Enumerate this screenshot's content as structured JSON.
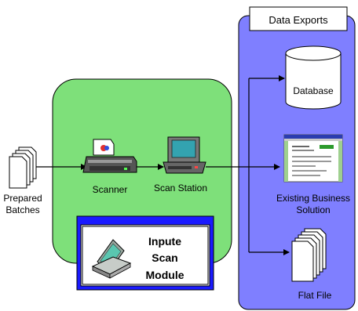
{
  "diagram": {
    "input_label_1": "Prepared",
    "input_label_2": "Batches",
    "scanner_label": "Scanner",
    "scan_station_label": "Scan Station",
    "module_line_1": "Inpute",
    "module_line_2": "Scan",
    "module_line_3": "Module",
    "exports_title": "Data Exports",
    "database_label": "Database",
    "business_label_1": "Existing Business",
    "business_label_2": "Solution",
    "flat_file_label": "Flat File"
  },
  "colors": {
    "scan_panel": "#7ee07a",
    "exports_panel": "#7f7fff",
    "module_bar": "#1a1aff"
  },
  "icons": [
    "document-stack-icon",
    "scanner-icon",
    "computer-icon",
    "database-icon",
    "screenshot-icon",
    "flatbed-scanner-icon"
  ]
}
